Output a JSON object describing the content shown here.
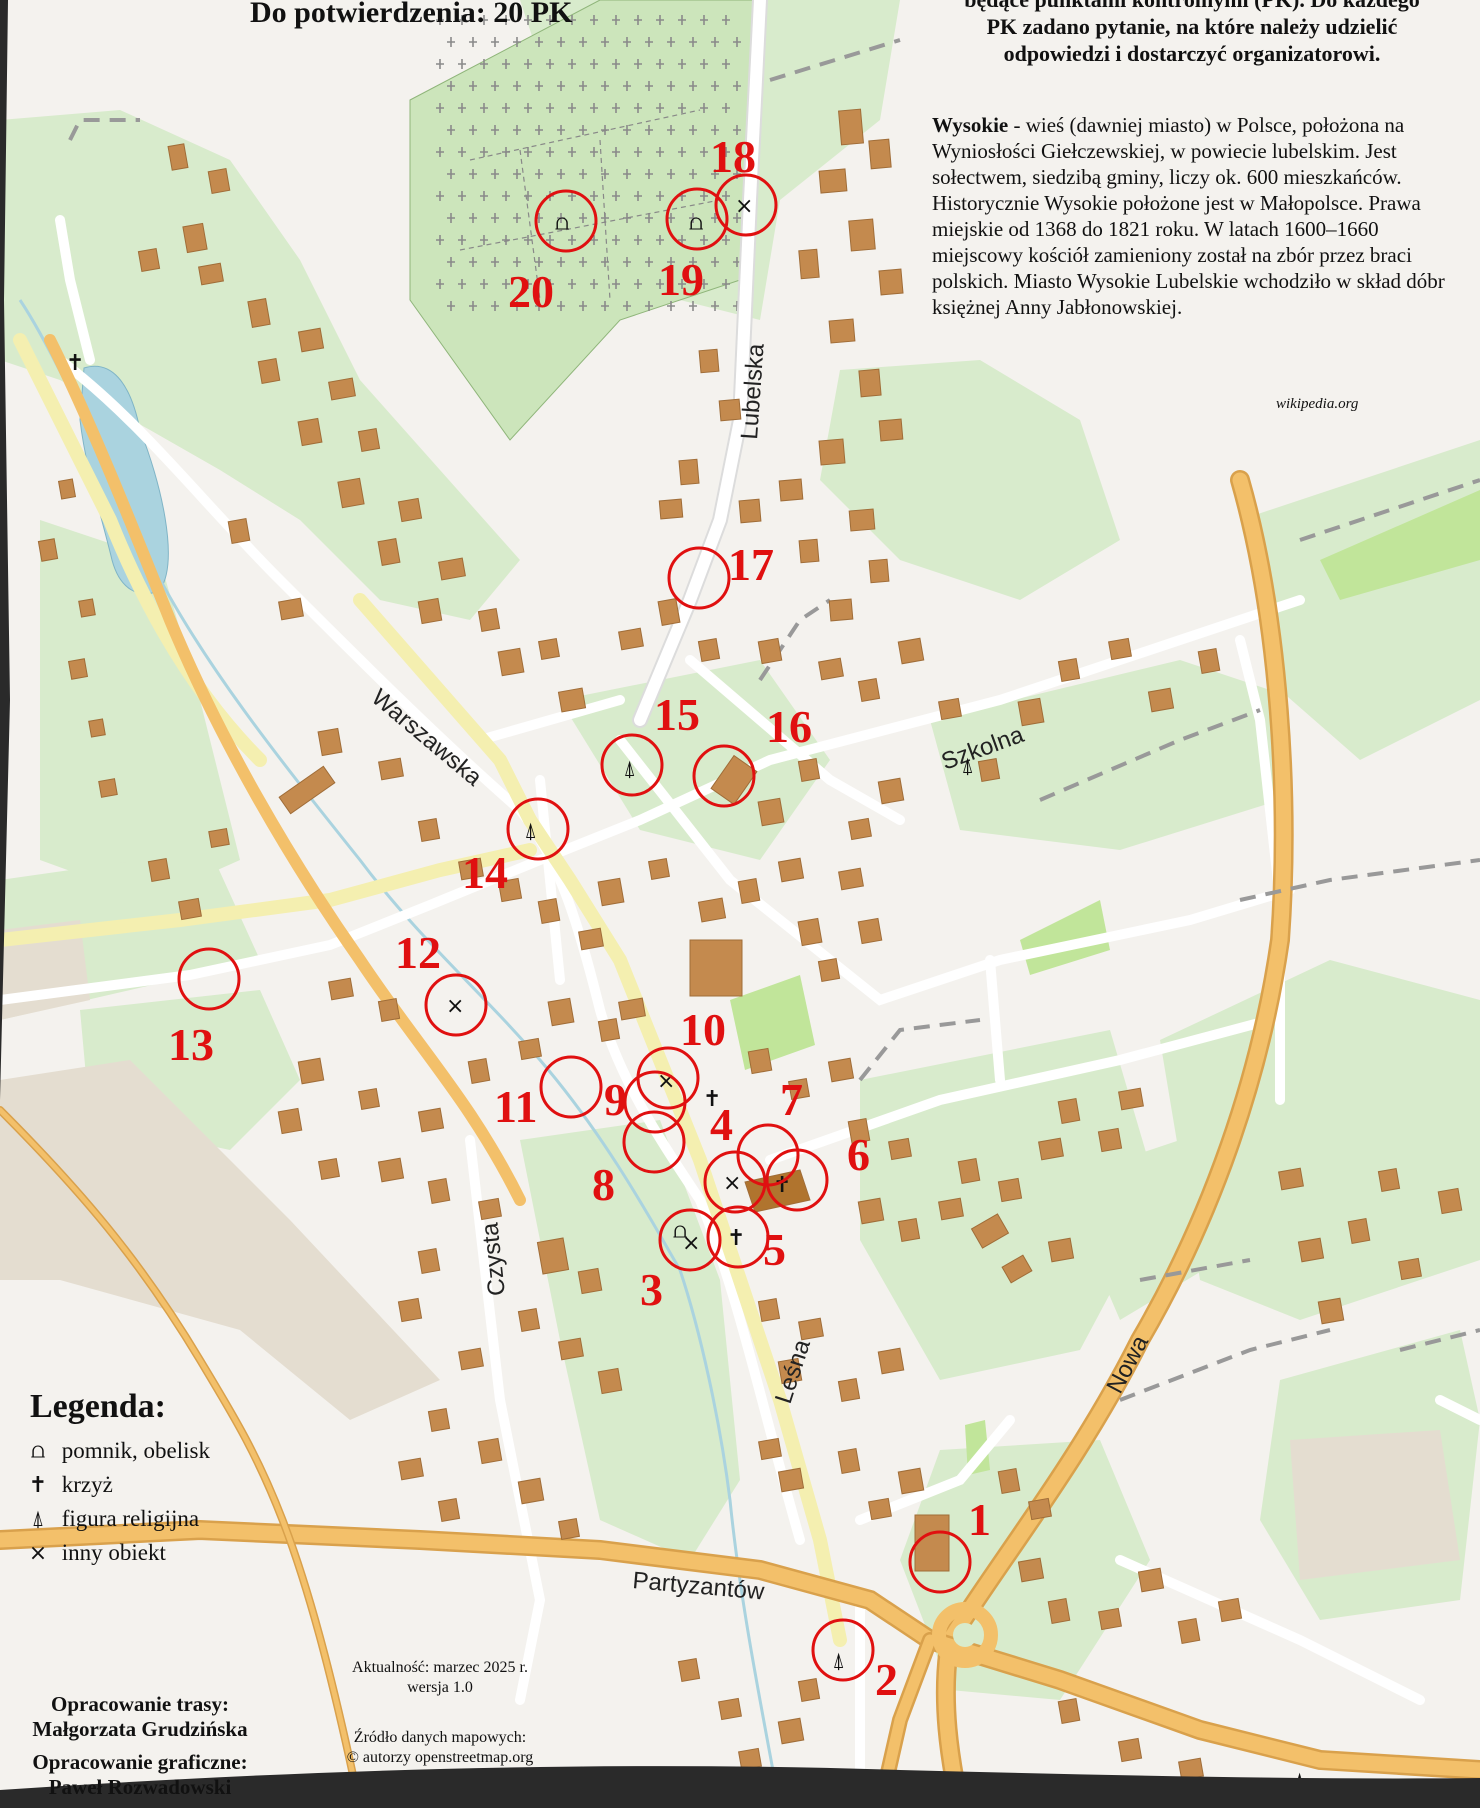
{
  "header": {
    "title": "Do potwierdzenia: 20 PK",
    "intro_lines": [
      "będące punktami kontrolnymi (PK). Do każdego",
      "PK zadano pytanie, na które należy udzielić",
      "odpowiedzi i dostarczyć organizatorowi."
    ]
  },
  "description": {
    "lead": "Wysokie",
    "text": " - wieś (dawniej miasto) w Polsce, położona na Wyniosłości Giełczewskiej, w powiecie lubelskim. Jest sołectwem, siedzibą gminy, liczy ok. 600 mieszkańców. Historycznie Wysokie położone jest w Małopolsce. Prawa miejskie od 1368 do 1821 roku. W latach 1600–1660 miejscowy kościół zamieniony został na zbór przez braci polskich. Miasto Wysokie Lubelskie wchodziło w skład dóbr księżnej Anny Jabłonowskiej.",
    "source": "wikipedia.org"
  },
  "streets": {
    "lubelska": "Lubelska",
    "warszawska": "Warszawska",
    "szkolna": "Szkolna",
    "czysta": "Czysta",
    "lesna": "Leśna",
    "nowa": "Nowa",
    "partyzantow": "Partyzantów"
  },
  "checkpoints": [
    "1",
    "2",
    "3",
    "4",
    "5",
    "6",
    "7",
    "8",
    "9",
    "10",
    "11",
    "12",
    "13",
    "14",
    "15",
    "16",
    "17",
    "18",
    "19",
    "20"
  ],
  "legend": {
    "title": "Legenda:",
    "items": [
      {
        "icon": "monument-icon",
        "symbol": "⩍",
        "label": "pomnik, obelisk"
      },
      {
        "icon": "cross-icon",
        "symbol": "✝",
        "label": "krzyż"
      },
      {
        "icon": "religious-figure-icon",
        "symbol": "⍋",
        "label": "figura religijna"
      },
      {
        "icon": "other-object-icon",
        "symbol": "×",
        "label": "inny obiekt"
      }
    ]
  },
  "footer": {
    "updated": "Aktualność: marzec 2025 r.",
    "version": "wersja 1.0",
    "data_source_label": "Źródło danych mapowych:",
    "data_source": "© autorzy openstreetmap.org",
    "route_label": "Opracowanie trasy:",
    "route_author": "Małgorzata Grudzińska",
    "graphics_label": "Opracowanie graficzne:",
    "graphics_author": "Paweł Rozwadowski"
  },
  "colors": {
    "land": "#f4f2ee",
    "green": "#d8ebcc",
    "cemetery": "#cce5bb",
    "building": "#c48a4e",
    "road_main": "#f3c06a",
    "road_secondary": "#f4efb0",
    "road_minor": "#ffffff",
    "water": "#aad3df",
    "checkpoint": "#e01010"
  }
}
